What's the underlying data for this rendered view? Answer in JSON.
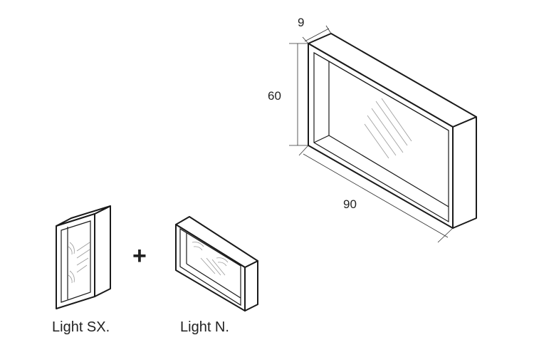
{
  "dimensions": {
    "depth": "9",
    "height": "60",
    "width": "90"
  },
  "variants": {
    "left_label": "Light SX.",
    "right_label": "Light N.",
    "plus": "+"
  }
}
